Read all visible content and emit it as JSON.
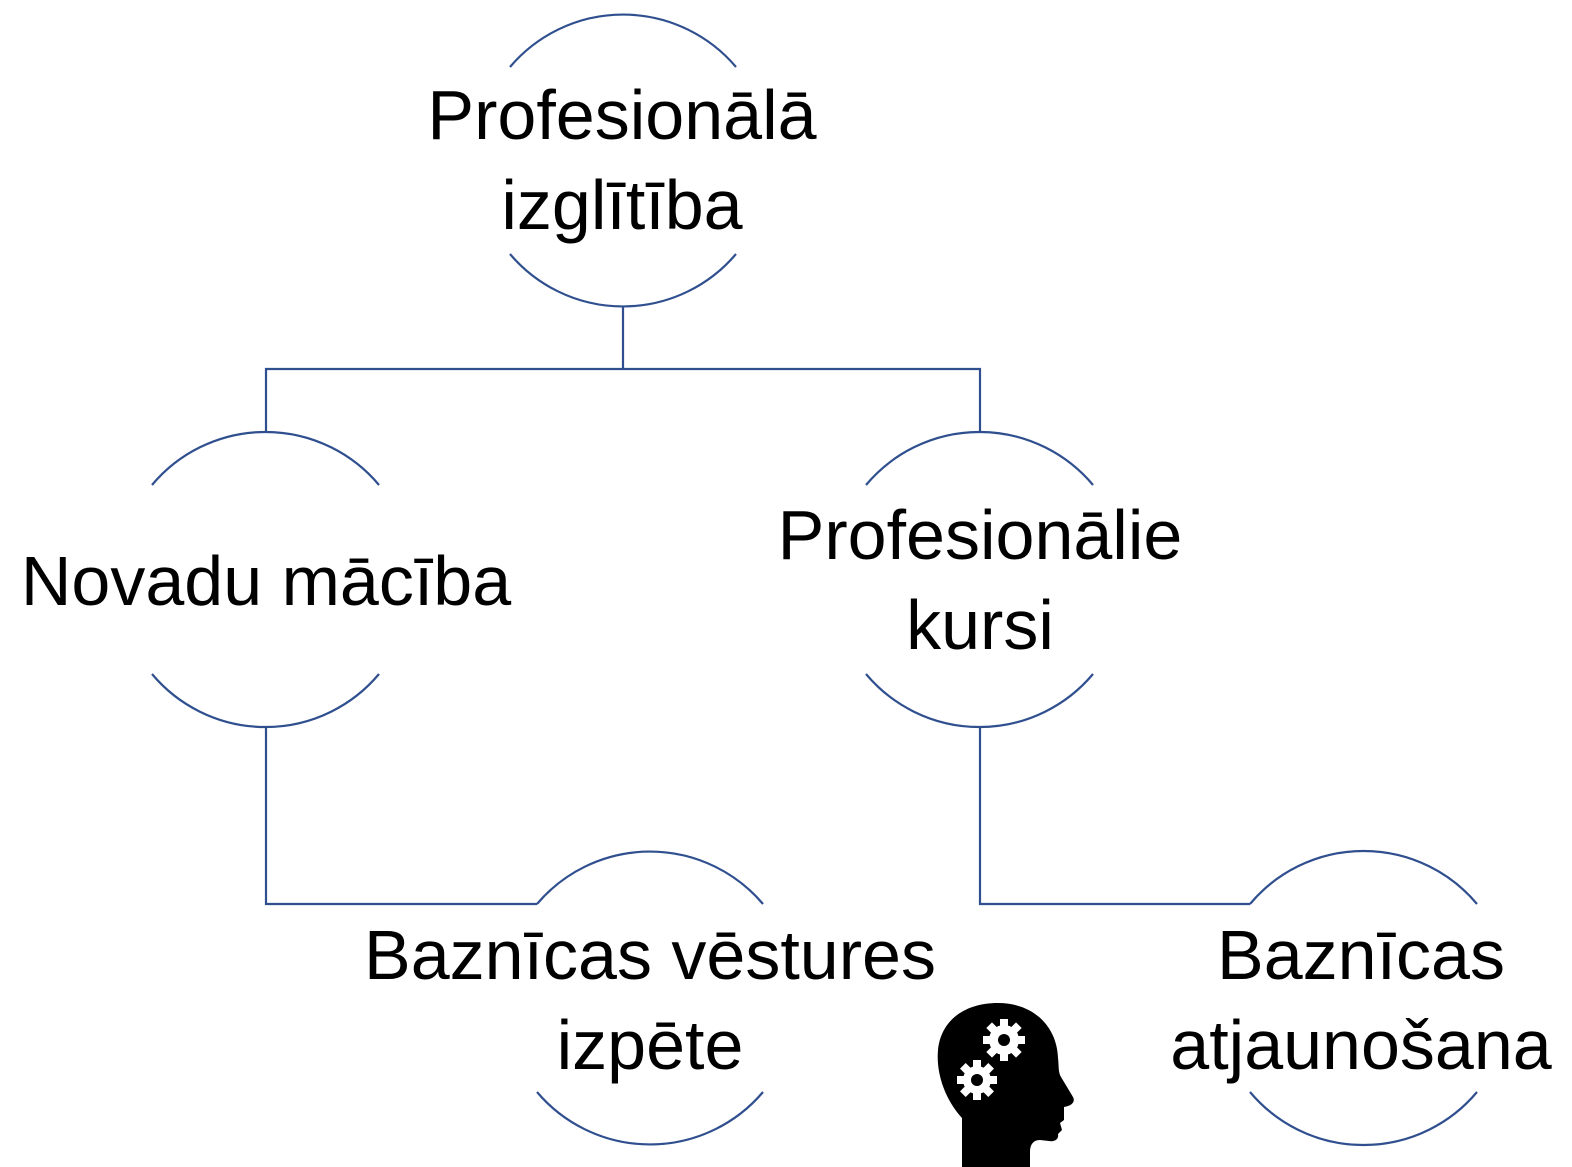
{
  "colors": {
    "stroke": "#2f4f8f",
    "text": "#000000",
    "icon": "#000000"
  },
  "nodes": {
    "root": {
      "line1": "Profesionālā",
      "line2": "izglītība"
    },
    "left": {
      "line1": "Novadu mācība"
    },
    "right": {
      "line1": "Profesionālie",
      "line2": "kursi"
    },
    "bottom_left": {
      "line1": "Baznīcas vēstures",
      "line2": "izpēte"
    },
    "bottom_right": {
      "line1": "Baznīcas",
      "line2": "atjaunošana"
    }
  },
  "icons": {
    "head": "head-with-gears-icon"
  }
}
